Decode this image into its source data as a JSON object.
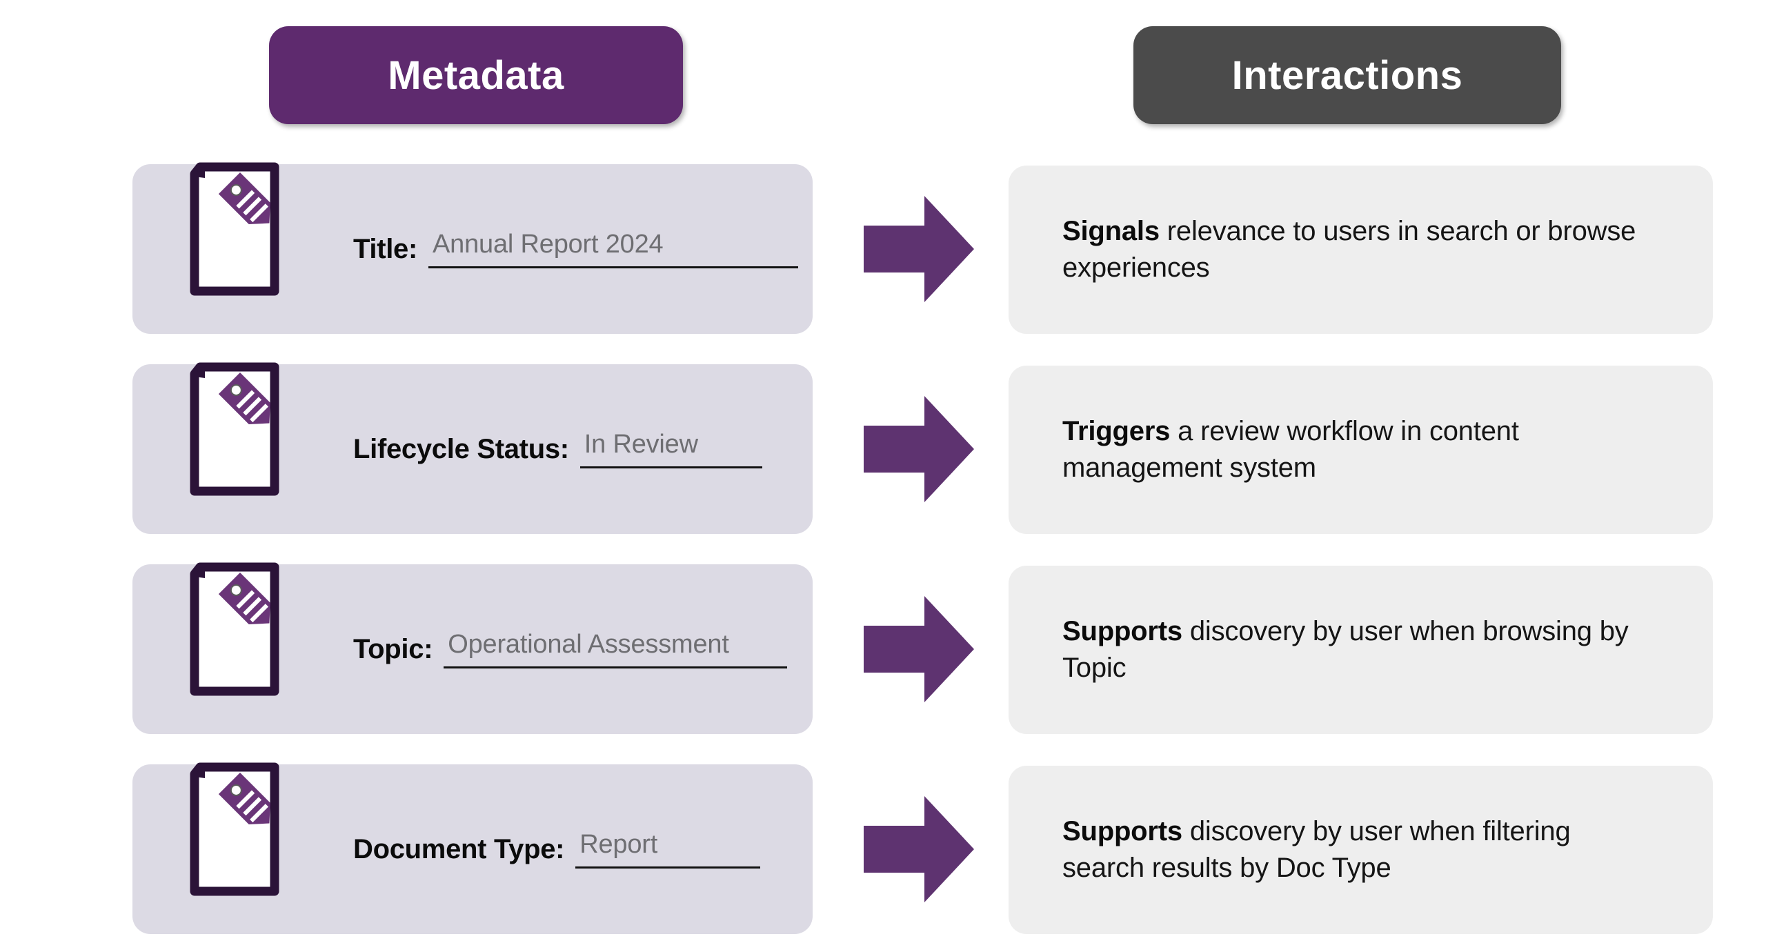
{
  "columns": {
    "left": {
      "title": "Metadata",
      "color": "#5e2a6e"
    },
    "right": {
      "title": "Interactions",
      "color": "#4b4b4b"
    }
  },
  "theme": {
    "accent_purple": "#5e2a6e",
    "arrow_purple": "#5e3370",
    "icon_outline": "#2b1338",
    "icon_tag": "#6a3578",
    "metadata_card_bg": "#dcdae4",
    "interaction_card_bg": "#eeeeee",
    "value_text": "#6e6e72",
    "label_text": "#0b0b0b"
  },
  "icons": {
    "document_tag": "document-with-tag-icon",
    "arrow": "right-block-arrow-icon"
  },
  "rows": [
    {
      "metadata": {
        "label": "Title:",
        "value": "Annual Report 2024",
        "icon": "document-with-tag-icon"
      },
      "interaction": {
        "lead": "Signals",
        "rest": " relevance to users in search or browse experiences",
        "full": "Signals relevance to users in search or browse experiences"
      }
    },
    {
      "metadata": {
        "label": "Lifecycle Status:",
        "value": "In Review",
        "icon": "document-with-tag-icon"
      },
      "interaction": {
        "lead": "Triggers",
        "rest": " a review workflow in content management system",
        "full": "Triggers a review workflow in content management system"
      }
    },
    {
      "metadata": {
        "label": "Topic:",
        "value": "Operational Assessment",
        "icon": "document-with-tag-icon"
      },
      "interaction": {
        "lead": "Supports",
        "rest": " discovery by user when browsing by Topic",
        "full": "Supports discovery by user when browsing by Topic"
      }
    },
    {
      "metadata": {
        "label": "Document Type:",
        "value": "Report",
        "icon": "document-with-tag-icon"
      },
      "interaction": {
        "lead": "Supports",
        "rest": " discovery by user when filtering search results by Doc Type",
        "full": "Supports discovery by user when filtering search results by Doc Type"
      }
    }
  ]
}
